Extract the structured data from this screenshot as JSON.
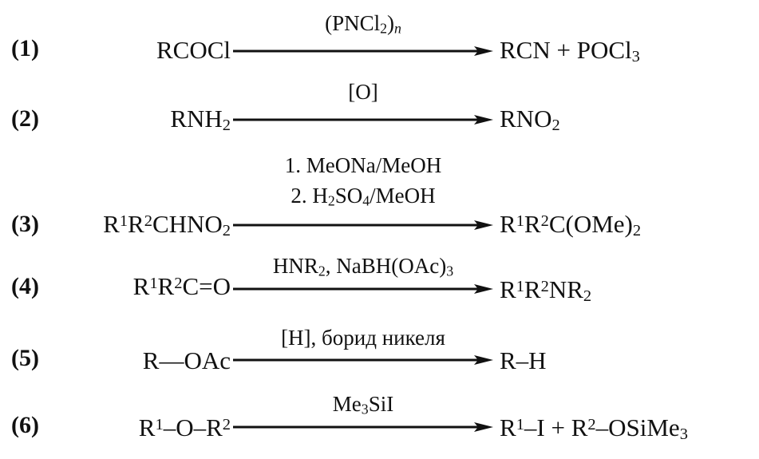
{
  "reactions": [
    {
      "number": "(1)",
      "reactant": "RCOCl",
      "reagents": [
        "(PNCl<sub>2</sub>)<sub><i>n</i></sub>"
      ],
      "product": "RCN + POCl<sub>3</sub>"
    },
    {
      "number": "(2)",
      "reactant": "RNH<sub>2</sub>",
      "reagents": [
        "[O]"
      ],
      "product": "RNO<sub>2</sub>"
    },
    {
      "number": "(3)",
      "reactant": "R<sup>1</sup>R<sup>2</sup>CHNO<sub>2</sub>",
      "reagents": [
        "1. MeONa/MeOH",
        "2. H<sub>2</sub>SO<sub>4</sub>/MeOH"
      ],
      "product": "R<sup>1</sup>R<sup>2</sup>C(OMe)<sub>2</sub>"
    },
    {
      "number": "(4)",
      "reactant": "R<sup>1</sup>R<sup>2</sup>C=O",
      "reagents": [
        "HNR<sub>2</sub>, NaBH(OAc)<sub>3</sub>"
      ],
      "product": "R<sup>1</sup>R<sup>2</sup>NR<sub>2</sub>"
    },
    {
      "number": "(5)",
      "reactant": "R—OAc",
      "reagents": [
        "[H], борид никеля"
      ],
      "product": "R–H"
    },
    {
      "number": "(6)",
      "reactant": "R<sup>1</sup>–O–R<sup>2</sup>",
      "reagents": [
        "Me<sub>3</sub>SiI"
      ],
      "product": "R<sup>1</sup>–I + R<sup>2</sup>–OSiMe<sub>3</sub>"
    }
  ]
}
